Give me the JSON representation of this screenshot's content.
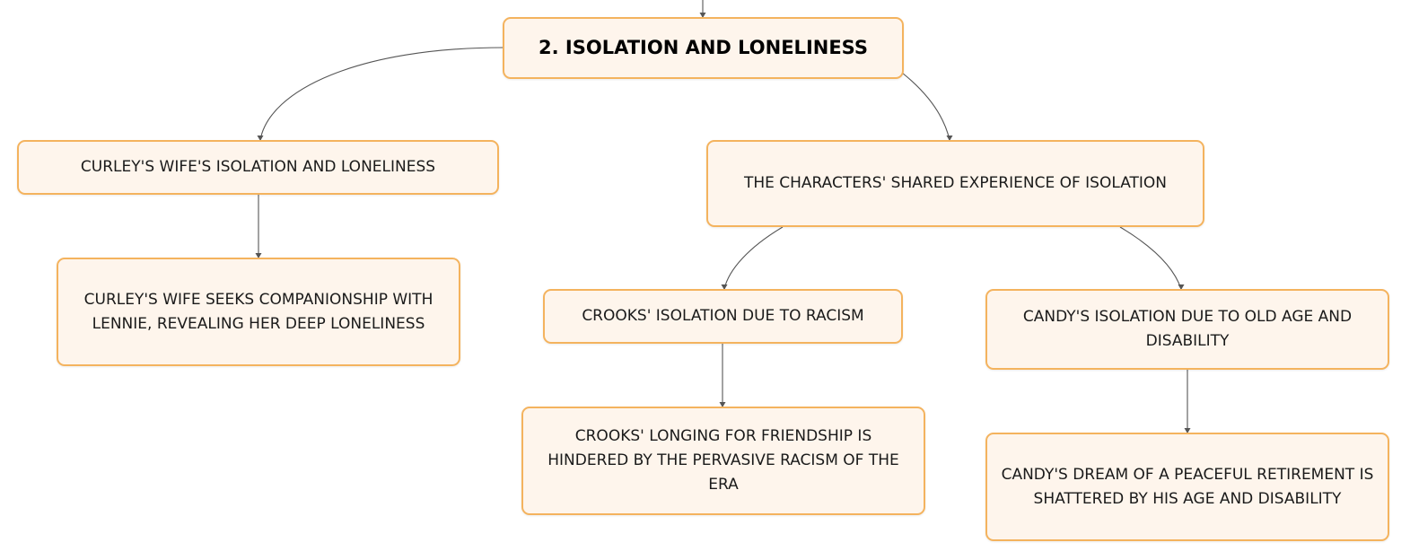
{
  "diagram": {
    "root": {
      "label": "2. ISOLATION AND LONELINESS"
    },
    "curleys_wife": {
      "label": "CURLEY'S WIFE'S ISOLATION AND LONELINESS",
      "detail": "CURLEY'S WIFE SEEKS COMPANIONSHIP WITH LENNIE, REVEALING HER DEEP LONELINESS"
    },
    "shared": {
      "label": "THE CHARACTERS' SHARED EXPERIENCE OF ISOLATION"
    },
    "crooks": {
      "label": "CROOKS' ISOLATION DUE TO RACISM",
      "detail": "CROOKS' LONGING FOR FRIENDSHIP IS HINDERED BY THE PERVASIVE RACISM OF THE ERA"
    },
    "candy": {
      "label": "CANDY'S ISOLATION DUE TO OLD AGE AND DISABILITY",
      "detail": "CANDY'S DREAM OF A PEACEFUL RETIREMENT IS SHATTERED BY HIS AGE AND DISABILITY"
    },
    "colors": {
      "node_fill": "#fef5ec",
      "node_border": "#f4b35e",
      "connector": "#555555"
    }
  }
}
